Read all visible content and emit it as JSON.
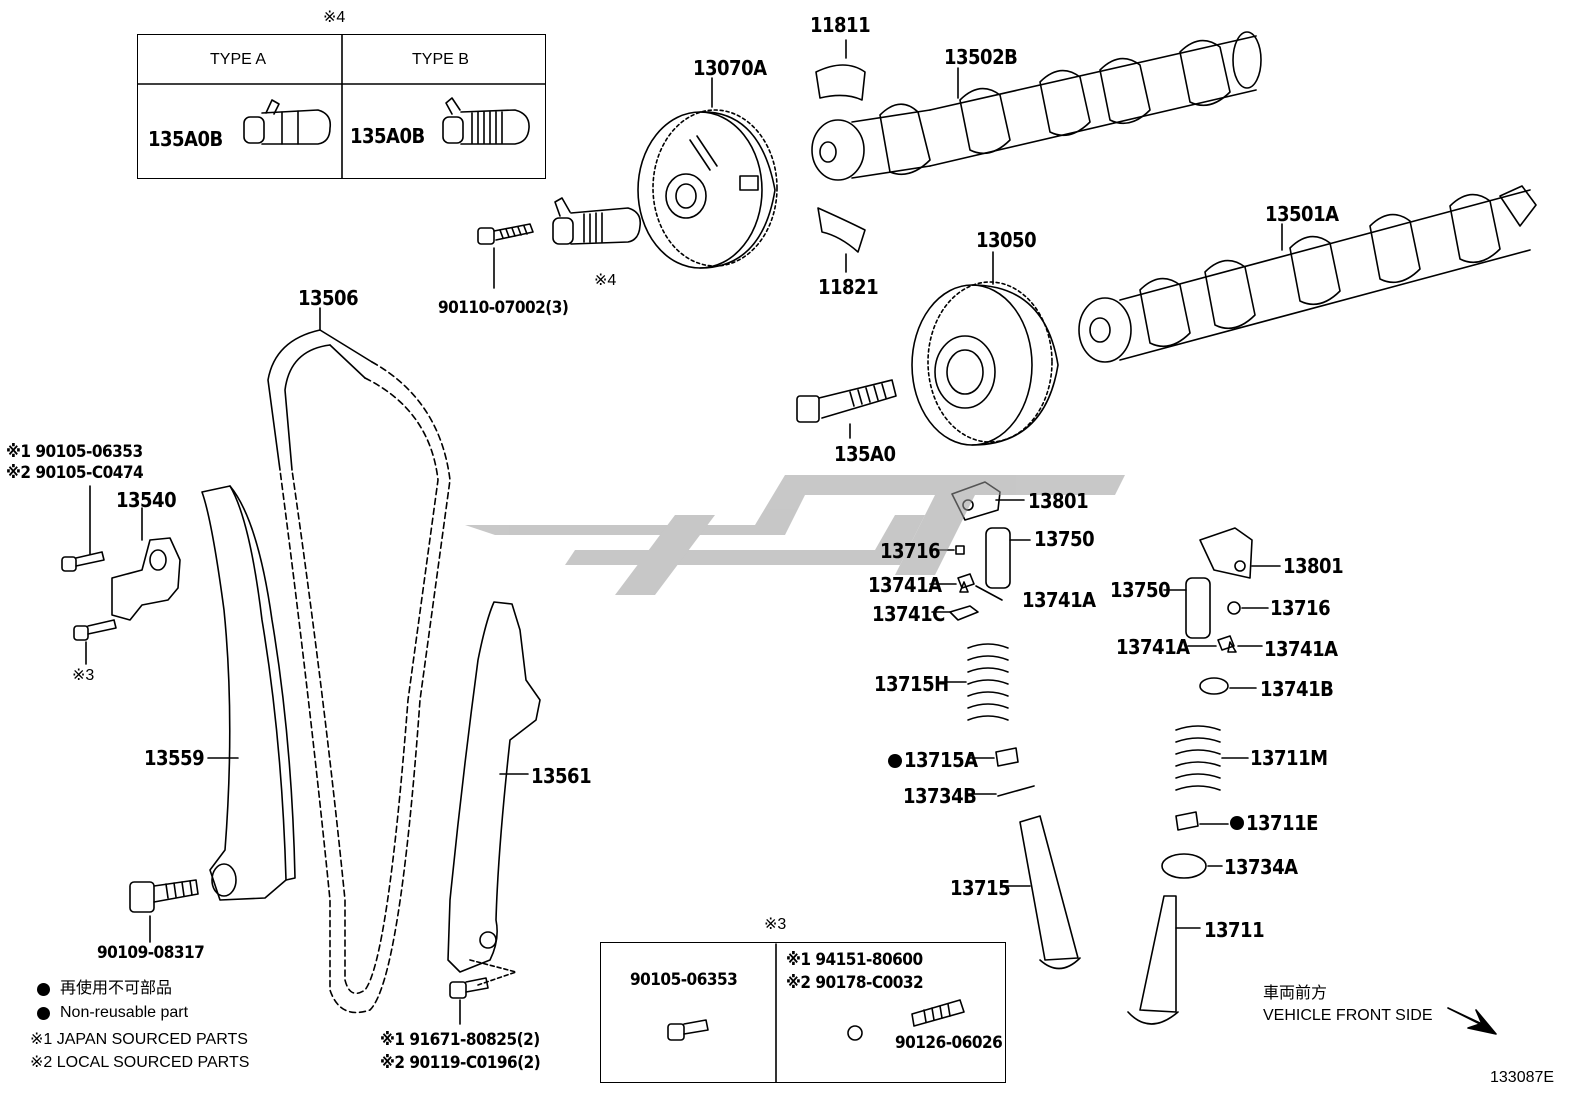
{
  "diagram_id": "133087E",
  "type_box": {
    "marker": "※4",
    "type_a": "TYPE A",
    "type_b": "TYPE B",
    "part_a": "135A0B",
    "part_b": "135A0B"
  },
  "parts": {
    "p11811": "11811",
    "p13502b": "13502B",
    "p13070a": "13070A",
    "p11821": "11821",
    "p13050": "13050",
    "p13501a": "13501A",
    "p90110": "90110-07002(3)",
    "p_mark4": "※4",
    "p13506": "13506",
    "p135a0": "135A0",
    "p_note1": "※1 90105-06353",
    "p_note2": "※2 90105-C0474",
    "p13540": "13540",
    "p_mark3": "※3",
    "p13801_a": "13801",
    "p13716_a": "13716",
    "p13750_a": "13750",
    "p13741a_1": "13741A",
    "p13741a_2": "13741A",
    "p13741c": "13741C",
    "p13750_b": "13750",
    "p13801_b": "13801",
    "p13716_b": "13716",
    "p13741a_3": "13741A",
    "p13741a_4": "13741A",
    "p13741b": "13741B",
    "p13715h": "13715H",
    "p13715a": "13715A",
    "p13734b": "13734B",
    "p13711m": "13711M",
    "p13711e": "13711E",
    "p13734a": "13734A",
    "p13559": "13559",
    "p13561": "13561",
    "p13715": "13715",
    "p13711": "13711",
    "p90109": "90109-08317",
    "p91671": "※1 91671-80825(2)",
    "p90119": "※2 90119-C0196(2)"
  },
  "box3": {
    "marker": "※3",
    "left_part": "90105-06353",
    "right_part1": "※1 94151-80600",
    "right_part2": "※2 90178-C0032",
    "right_part3": "90126-06026"
  },
  "legend": {
    "jp": "再使用不可部品",
    "en": "Non-reusable part",
    "note1": "※1 JAPAN SOURCED PARTS",
    "note2": "※2 LOCAL SOURCED PARTS"
  },
  "direction": {
    "jp": "車両前方",
    "en": "VEHICLE FRONT SIDE"
  }
}
